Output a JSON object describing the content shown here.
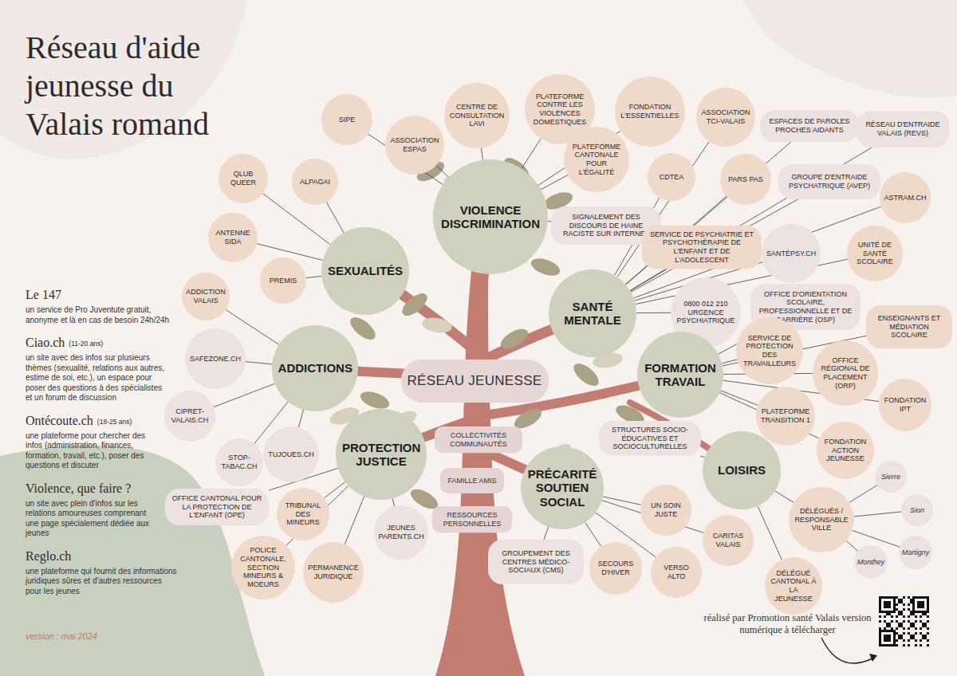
{
  "diagram": {
    "title": "Réseau d'aide jeunesse du Valais romand",
    "nodes": [
      {
        "text": [
          "SIPE"
        ]
      },
      {
        "text": [
          "CENTRE DE CONSULTATION LAVI"
        ]
      },
      {
        "text": [
          "PLATEFORME CONTRE LES VIOLENCES DOMESTIQUES"
        ]
      },
      {
        "text": [
          "FONDATION L'ESSENTIELLES"
        ]
      },
      {
        "text": [
          "ASSOCIATION TCI-VALAIS"
        ]
      },
      {
        "text": [
          "ESPACES DE PAROLES PROCHES AIDANTS"
        ]
      },
      {
        "text": [
          "RÉSEAU D'ENTRAIDE VALAIS (REVS)"
        ]
      },
      {
        "text": [
          "ASSOCIATION ESPAS"
        ]
      },
      {
        "text": [
          "PLATEFORME CANTONALE POUR L'ÉGALITÉ"
        ]
      },
      {
        "text": [
          "QLUB QUEER"
        ]
      },
      {
        "text": [
          "ALPAGAI"
        ]
      },
      {
        "text": [
          "CDTEA"
        ]
      },
      {
        "text": [
          "PARS PAS"
        ]
      },
      {
        "text": [
          "GROUPE D'ENTRAIDE PSYCHATRIQUE (AVEP)"
        ]
      },
      {
        "text": [
          "ASTRAM.CH"
        ]
      },
      {
        "text": [
          "VIOLENCE DISCRIMINATION"
        ]
      },
      {
        "text": [
          "SIGNALEMENT DES DISCOURS DE HAINE RACISTE SUR INTERNET"
        ]
      },
      {
        "text": [
          "ANTENNE SIDA"
        ]
      },
      {
        "text": [
          "SEXUALITÉS"
        ]
      },
      {
        "text": [
          "PREMIS"
        ]
      },
      {
        "text": [
          "SERVICE DE PSYCHIATRIE ET PSYCHOTHÉRAPIE DE L'ENFANT ET DE L'ADOLESCENT"
        ]
      },
      {
        "text": [
          "SANTÉPSY.CH"
        ]
      },
      {
        "text": [
          "UNITÉ DE SANTÉ SCOLAIRE"
        ]
      },
      {
        "text": [
          "ADDICTION VALAIS"
        ]
      },
      {
        "text": [
          "SANTÉ MENTALE"
        ]
      },
      {
        "text": [
          "0800 012 210 URGENCE PSYCHIATRIQUE"
        ]
      },
      {
        "text": [
          "OFFICE D'ORIENTATION SCOLAIRE, PROFESSIONNELLE ET DE CARRIÈRE (OSP)"
        ]
      },
      {
        "text": [
          "ENSEIGNANTS ET MÉDIATION SCOLAIRE"
        ]
      },
      {
        "text": [
          "SAFEZONE.CH"
        ]
      },
      {
        "text": [
          "ADDICTIONS"
        ]
      },
      {
        "text": [
          "RÉSEAU JEUNESSE"
        ]
      },
      {
        "text": [
          "SERVICE DE PROTECTION DES TRAVAILLEURS"
        ]
      },
      {
        "text": [
          "FORMATION TRAVAIL"
        ]
      },
      {
        "text": [
          "OFFICE RÉGIONAL DE PLACEMENT (ORP)"
        ]
      },
      {
        "text": [
          "PLATEFORME TRANSITION 1"
        ]
      },
      {
        "text": [
          "FONDATION IPT"
        ]
      },
      {
        "text": [
          "CIPRET-VALAIS.CH"
        ]
      },
      {
        "text": [
          "COLLECTIVITÉS COMMUNAUTÉS"
        ]
      },
      {
        "text": [
          "STRUCTURES SOCIO-ÉDUCATIVES ET SOCIOCULTURELLES"
        ]
      },
      {
        "text": [
          "FONDATION ACTION JEUNESSE"
        ]
      },
      {
        "text": [
          "STOP-TABAC.CH"
        ]
      },
      {
        "text": [
          "TUJOUES.CH"
        ]
      },
      {
        "text": [
          "PROTECTION JUSTICE"
        ]
      },
      {
        "text": [
          "LOISIRS"
        ]
      },
      {
        "text": [
          "FAMILLE AMIS"
        ]
      },
      {
        "text": [
          "PRÉCARITÉ SOUTIEN SOCIAL"
        ]
      },
      {
        "text": [
          "Sierre"
        ]
      },
      {
        "text": [
          "OFFICE CANTONAL POUR LA PROTECTION DE L'ENFANT (OPE)"
        ]
      },
      {
        "text": [
          "RESSOURCES PERSONNELLES"
        ]
      },
      {
        "text": [
          "UN SOIN JUSTE"
        ]
      },
      {
        "text": [
          "DÉLÉGUÉS / RESPONSABLE VILLE"
        ]
      },
      {
        "text": [
          "Sion"
        ]
      },
      {
        "text": [
          "TRIBUNAL DES MINEURS"
        ]
      },
      {
        "text": [
          "JEUNES PARENTS.CH"
        ]
      },
      {
        "text": [
          "CARITAS VALAIS"
        ]
      },
      {
        "text": [
          "Monthey"
        ]
      },
      {
        "text": [
          "Martigny"
        ]
      },
      {
        "text": [
          "POLICE CANTONALE, SECTION MINEURS & MOEURS"
        ]
      },
      {
        "text": [
          "PERMANENCE JURIDIQUE"
        ]
      },
      {
        "text": [
          "GROUPEMENT DES CENTRES MÉDICO-SOCIAUX (CMS)"
        ]
      },
      {
        "text": [
          "SECOURS D'HIVER"
        ]
      },
      {
        "text": [
          "VERSO ALTO"
        ]
      },
      {
        "text": [
          "DÉLÉGUÉ CANTONAL À LA JEUNESSE"
        ]
      }
    ],
    "edges": [
      {
        "from": 0,
        "to": 15,
        "arrow": "none"
      },
      {
        "from": 1,
        "to": 15,
        "arrow": "none"
      },
      {
        "from": 2,
        "to": 15,
        "arrow": "none"
      },
      {
        "from": 3,
        "to": 15,
        "arrow": "none"
      },
      {
        "from": 7,
        "to": 15,
        "arrow": "none"
      },
      {
        "from": 8,
        "to": 15,
        "arrow": "none"
      },
      {
        "from": 16,
        "to": 15,
        "arrow": "none"
      },
      {
        "from": 4,
        "to": 24,
        "arrow": "none"
      },
      {
        "from": 5,
        "to": 24,
        "arrow": "none"
      },
      {
        "from": 6,
        "to": 24,
        "arrow": "none"
      },
      {
        "from": 11,
        "to": 24,
        "arrow": "none"
      },
      {
        "from": 12,
        "to": 24,
        "arrow": "none"
      },
      {
        "from": 13,
        "to": 24,
        "arrow": "none"
      },
      {
        "from": 14,
        "to": 24,
        "arrow": "none"
      },
      {
        "from": 20,
        "to": 24,
        "arrow": "none"
      },
      {
        "from": 21,
        "to": 24,
        "arrow": "none"
      },
      {
        "from": 22,
        "to": 24,
        "arrow": "none"
      },
      {
        "from": 25,
        "to": 24,
        "arrow": "none"
      },
      {
        "from": 9,
        "to": 18,
        "arrow": "none"
      },
      {
        "from": 10,
        "to": 18,
        "arrow": "none"
      },
      {
        "from": 17,
        "to": 18,
        "arrow": "none"
      },
      {
        "from": 19,
        "to": 18,
        "arrow": "none"
      },
      {
        "from": 23,
        "to": 29,
        "arrow": "none"
      },
      {
        "from": 28,
        "to": 29,
        "arrow": "none"
      },
      {
        "from": 36,
        "to": 29,
        "arrow": "none"
      },
      {
        "from": 40,
        "to": 29,
        "arrow": "none"
      },
      {
        "from": 41,
        "to": 29,
        "arrow": "none"
      },
      {
        "from": 26,
        "to": 32,
        "arrow": "none"
      },
      {
        "from": 27,
        "to": 32,
        "arrow": "none"
      },
      {
        "from": 31,
        "to": 32,
        "arrow": "none"
      },
      {
        "from": 33,
        "to": 32,
        "arrow": "none"
      },
      {
        "from": 34,
        "to": 32,
        "arrow": "none"
      },
      {
        "from": 35,
        "to": 32,
        "arrow": "none"
      },
      {
        "from": 39,
        "to": 32,
        "arrow": "none"
      },
      {
        "from": 38,
        "to": 43,
        "arrow": "none"
      },
      {
        "from": 50,
        "to": 43,
        "arrow": "none"
      },
      {
        "from": 62,
        "to": 43,
        "arrow": "none"
      },
      {
        "from": 46,
        "to": 50,
        "arrow": "none"
      },
      {
        "from": 51,
        "to": 50,
        "arrow": "none"
      },
      {
        "from": 55,
        "to": 50,
        "arrow": "none"
      },
      {
        "from": 56,
        "to": 50,
        "arrow": "none"
      },
      {
        "from": 47,
        "to": 42,
        "arrow": "none"
      },
      {
        "from": 52,
        "to": 42,
        "arrow": "none"
      },
      {
        "from": 53,
        "to": 42,
        "arrow": "none"
      },
      {
        "from": 57,
        "to": 42,
        "arrow": "none"
      },
      {
        "from": 58,
        "to": 42,
        "arrow": "none"
      },
      {
        "from": 49,
        "to": 45,
        "arrow": "none"
      },
      {
        "from": 54,
        "to": 45,
        "arrow": "none"
      },
      {
        "from": 59,
        "to": 45,
        "arrow": "none"
      },
      {
        "from": 60,
        "to": 45,
        "arrow": "none"
      },
      {
        "from": 61,
        "to": 45,
        "arrow": "none"
      }
    ],
    "labels": [
      "Le 147",
      "un service de Pro Juventute gratuit, anonyme et là en cas de besoin 24h/24h",
      "Ciao.ch",
      "(11-20 ans)",
      "un site avec des infos sur plusieurs thèmes (sexualité, relations aux autres, estime de soi, etc.), un espace pour poser des questions à des spécialistes et un forum de discussion",
      "Ontécoute.ch",
      "(18-25 ans)",
      "une plateforme pour chercher des infos (administration, finances, formation, travail, etc.), poser des questions et discuter",
      "Violence, que faire ?",
      "un site avec plein d'infos sur les relations amoureuses comprenant une page spécialement dédiée aux jeunes",
      "Reglo.ch",
      "une plateforme qui fournit des informations juridiques sûres et d'autres ressources pour les jeunes",
      "version : mai 2024",
      "réalisé par Promotion santé Valais version numérique à télécharger"
    ]
  }
}
